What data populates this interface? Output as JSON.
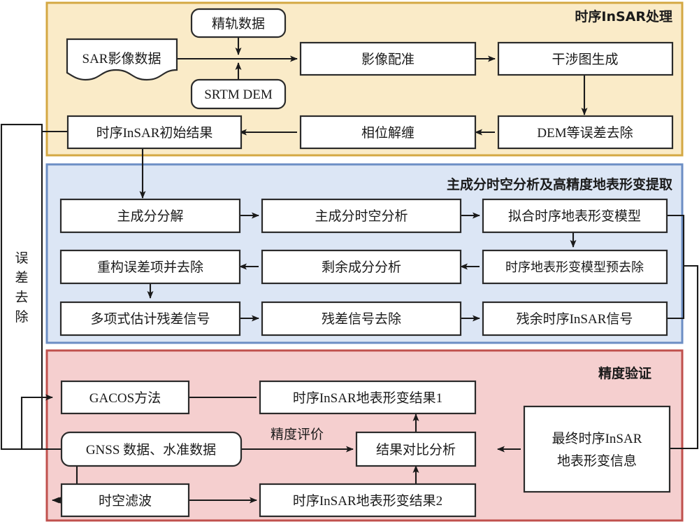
{
  "diagram": {
    "title_hidden": "",
    "sections": [
      {
        "id": "tsinsar",
        "label": "时序InSAR处理",
        "fill": "#FAEBC8",
        "stroke": "#D4A843"
      },
      {
        "id": "pca",
        "label": "主成分时空分析及高精度地表形变提取",
        "fill": "#DCE6F5",
        "stroke": "#6C8EC4"
      },
      {
        "id": "accuracy",
        "label": "精度验证",
        "fill": "#F5CFCF",
        "stroke": "#C0504D"
      }
    ],
    "side_label": {
      "text": "误差去除",
      "chars": [
        "误",
        "差",
        "去",
        "除"
      ]
    },
    "nodes": {
      "sar_image": "SAR影像数据",
      "precise_orbit": "精轨数据",
      "srtm_dem": "SRTM DEM",
      "coregistration": "影像配准",
      "interferogram": "干涉图生成",
      "dem_error_removal": "DEM等误差去除",
      "phase_unwrapping": "相位解缠",
      "initial_result": "时序InSAR初始结果",
      "pca_decomp": "主成分分解",
      "pca_st_analysis": "主成分时空分析",
      "fit_model": "拟合时序地表形变模型",
      "model_preremoval": "时序地表形变模型预去除",
      "residual_comp_analysis": "剩余成分分析",
      "reconstruct_error": "重构误差项并去除",
      "poly_estimate": "多项式估计残差信号",
      "residual_removal": "残差信号去除",
      "residual_signal": "残余时序InSAR信号",
      "gacos": "GACOS方法",
      "gnss": "GNSS 数据、水准数据",
      "st_filter": "时空滤波",
      "result1": "时序InSAR地表形变结果1",
      "result2": "时序InSAR地表形变结果2",
      "compare": "结果对比分析",
      "final_line1": "最终时序InSAR",
      "final_line2": "地表形变信息"
    },
    "edge_labels": {
      "accuracy_eval": "精度评价"
    },
    "colors": {
      "line": "#1a1a1a",
      "box_stroke": "#2b2b2b",
      "box_fill": "#ffffff",
      "page_bg": "#ffffff"
    }
  }
}
